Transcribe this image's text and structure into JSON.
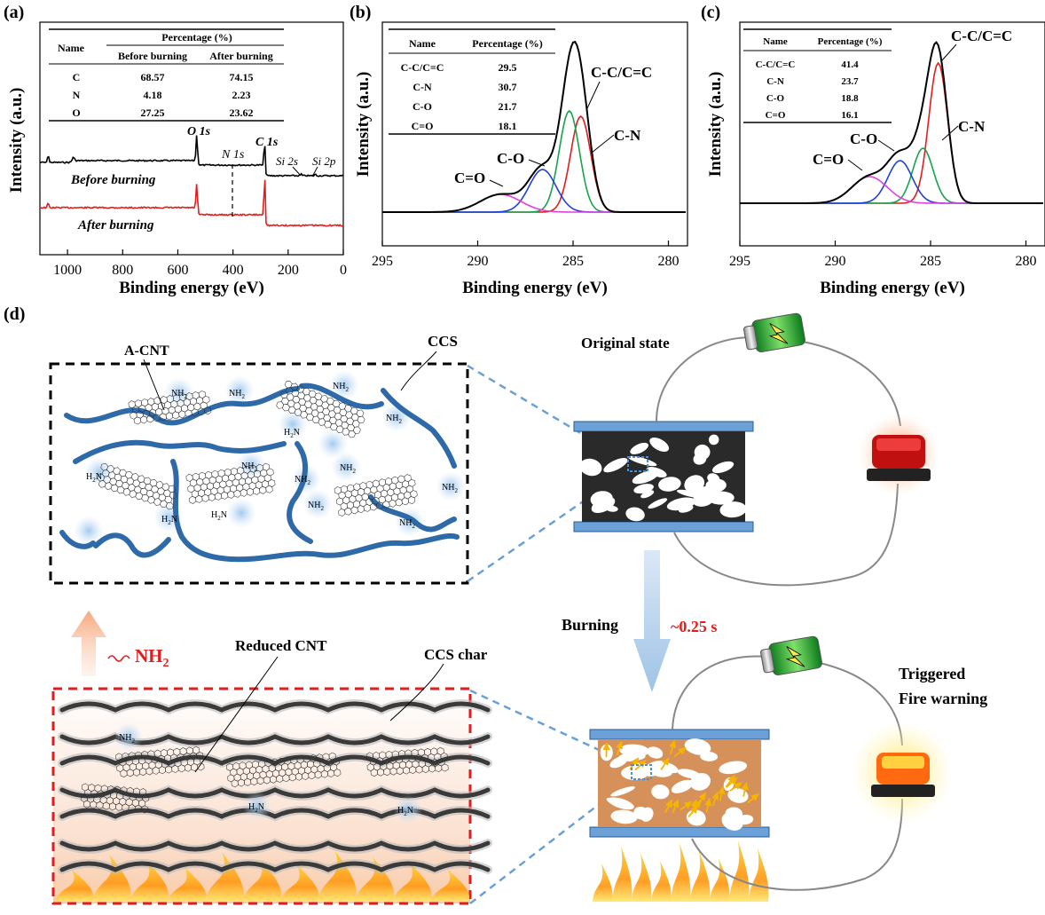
{
  "panel_labels": {
    "a": "(a)",
    "b": "(b)",
    "c": "(c)",
    "d": "(d)"
  },
  "chart_data": [
    {
      "type": "line",
      "panel": "(a)",
      "xlabel": "Binding energy (eV)",
      "ylabel": "Intensity (a.u.)",
      "xlim": [
        1100,
        0
      ],
      "x_ticks": [
        "1000",
        "800",
        "600",
        "400",
        "200",
        "0"
      ],
      "series": [
        {
          "name": "Before burning",
          "color": "#000000"
        },
        {
          "name": "After burning",
          "color": "#e11d1d"
        }
      ],
      "peak_labels": [
        {
          "text": "O 1s",
          "x": 531
        },
        {
          "text": "N 1s",
          "x": 400
        },
        {
          "text": "C 1s",
          "x": 285
        },
        {
          "text": "Si 2s",
          "x": 153
        },
        {
          "text": "Si 2p",
          "x": 102
        }
      ],
      "table": {
        "header_name": "Name",
        "header_group": "Percentage (%)",
        "subheaders": [
          "Before burning",
          "After burning"
        ],
        "rows": [
          [
            "C",
            "68.57",
            "74.15"
          ],
          [
            "N",
            "4.18",
            "2.23"
          ],
          [
            "O",
            "27.25",
            "23.62"
          ]
        ]
      }
    },
    {
      "type": "line",
      "panel": "(b)",
      "xlabel": "Binding energy (eV)",
      "ylabel": "Intensity (a.u.)",
      "xlim": [
        295,
        279
      ],
      "x_ticks": [
        "295",
        "290",
        "285",
        "280"
      ],
      "components": [
        {
          "label": "C-C/C=C",
          "center": 284.6,
          "color": "#e11d1d"
        },
        {
          "label": "C-N",
          "center": 285.2,
          "color": "#16a34a"
        },
        {
          "label": "C-O",
          "center": 286.6,
          "color": "#1d3ee1"
        },
        {
          "label": "C=O",
          "center": 288.8,
          "color": "#e040e0"
        }
      ],
      "table": {
        "headers": [
          "Name",
          "Percentage (%)"
        ],
        "rows": [
          [
            "C-C/C=C",
            "29.5"
          ],
          [
            "C-N",
            "30.7"
          ],
          [
            "C-O",
            "21.7"
          ],
          [
            "C=O",
            "18.1"
          ]
        ]
      }
    },
    {
      "type": "line",
      "panel": "(c)",
      "xlabel": "Binding energy (eV)",
      "ylabel": "Intensity (a.u.)",
      "xlim": [
        295,
        279
      ],
      "x_ticks": [
        "295",
        "290",
        "285",
        "280"
      ],
      "components": [
        {
          "label": "C-C/C=C",
          "center": 284.6,
          "color": "#e11d1d"
        },
        {
          "label": "C-N",
          "center": 285.4,
          "color": "#16a34a"
        },
        {
          "label": "C-O",
          "center": 286.6,
          "color": "#1d3ee1"
        },
        {
          "label": "C=O",
          "center": 288.2,
          "color": "#e040e0"
        }
      ],
      "table": {
        "headers": [
          "Name",
          "Percentage (%)"
        ],
        "rows": [
          [
            "C-C/C=C",
            "41.4"
          ],
          [
            "C-N",
            "23.7"
          ],
          [
            "C-O",
            "18.8"
          ],
          [
            "C=O",
            "16.1"
          ]
        ]
      }
    }
  ],
  "schematic": {
    "a_cnt": "A-CNT",
    "ccs": "CCS",
    "original_state": "Original state",
    "burning": "Burning",
    "time": "~0.25 s",
    "nh2_release": "NH",
    "nh2_sub": "2",
    "reduced_cnt": "Reduced CNT",
    "ccs_char": "CCS char",
    "triggered": "Triggered",
    "fire_warning": "Fire warning",
    "nh2_label": "NH",
    "h2n_label": "H",
    "sub2": "2",
    "n_tail": "N"
  }
}
